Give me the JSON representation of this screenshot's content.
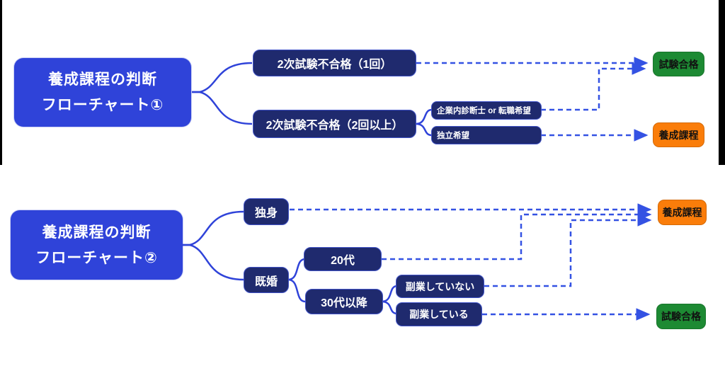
{
  "colors": {
    "title_box": "#2f43d9",
    "node_box": "#1f2a6e",
    "pass_box": "#1d8a33",
    "training_box": "#fa7d0a",
    "solid_connector": "#2f43d9",
    "dashed_connector": "#3452e3"
  },
  "chart1": {
    "title": [
      "養成課程の判断",
      "フローチャート①"
    ],
    "branch1": "2次試験不合格（1回）",
    "branch2": "2次試験不合格（2回以上）",
    "sub1": "企業内診断士 or 転職希望",
    "sub2": "独立希望",
    "outcome_pass": "試験合格",
    "outcome_training": "養成課程"
  },
  "chart2": {
    "title": [
      "養成課程の判断",
      "フローチャート②"
    ],
    "branch1": "独身",
    "branch2": "既婚",
    "sub1": "20代",
    "sub2": "30代以降",
    "sub2_1": "副業していない",
    "sub2_2": "副業している",
    "outcome_training": "養成課程",
    "outcome_pass": "試験合格"
  }
}
